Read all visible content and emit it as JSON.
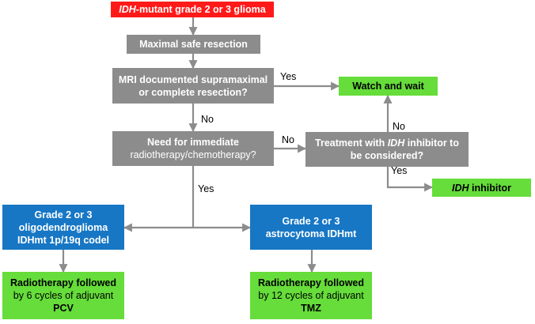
{
  "nodes": {
    "start": {
      "italic": "IDH",
      "text": "-mutant grade 2 or 3 glioma"
    },
    "resection": {
      "text": "Maximal safe resection"
    },
    "mri": {
      "line1": "MRI documented supramaximal",
      "line2": "or complete resection?"
    },
    "watch": {
      "text": "Watch and wait"
    },
    "immediate": {
      "line1": "Need for immediate",
      "line2": "radiotherapy/chemotherapy?"
    },
    "treatment": {
      "line1_pre": "Treatment with ",
      "line1_italic": "IDH",
      "line1_post": " inhibitor to",
      "line2": "be considered?"
    },
    "inhibitor": {
      "italic": "IDH",
      "text": " inhibitor"
    },
    "oligo": {
      "line1": "Grade 2 or 3",
      "line2": "oligodendroglioma",
      "line3": "IDHmt 1p/19q codel"
    },
    "astro": {
      "line1": "Grade 2 or 3",
      "line2": "astrocytoma IDHmt"
    },
    "rt_pcv": {
      "line1": "Radiotherapy followed",
      "line2": "by 6 cycles of adjuvant",
      "line3": "PCV"
    },
    "rt_tmz": {
      "line1": "Radiotherapy followed",
      "line2": "by 12 cycles of adjuvant",
      "line3": "TMZ"
    }
  },
  "edge_labels": {
    "mri_yes": "Yes",
    "mri_no": "No",
    "immediate_no": "No",
    "immediate_yes": "Yes",
    "treatment_no": "No",
    "treatment_yes": "Yes"
  },
  "colors": {
    "start": "#ff1a1a",
    "decision": "#8c8c8c",
    "outcome": "#66dd3a",
    "diagnosis": "#1777c5",
    "connector": "#8c8c8c"
  }
}
